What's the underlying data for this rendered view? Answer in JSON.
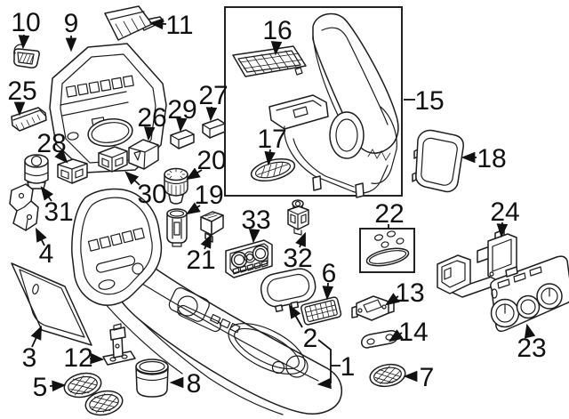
{
  "diagram": {
    "kind": "exploded-parts-diagram",
    "colors": {
      "background": "#ffffff",
      "line": "#1d1d1d",
      "label": "#111111"
    },
    "callouts": [
      {
        "label": "1"
      },
      {
        "label": "2"
      },
      {
        "label": "3"
      },
      {
        "label": "4"
      },
      {
        "label": "5"
      },
      {
        "label": "6"
      },
      {
        "label": "7"
      },
      {
        "label": "8"
      },
      {
        "label": "9"
      },
      {
        "label": "10"
      },
      {
        "label": "11"
      },
      {
        "label": "12"
      },
      {
        "label": "13"
      },
      {
        "label": "14"
      },
      {
        "label": "15"
      },
      {
        "label": "16"
      },
      {
        "label": "17"
      },
      {
        "label": "18"
      },
      {
        "label": "19"
      },
      {
        "label": "20"
      },
      {
        "label": "21"
      },
      {
        "label": "22"
      },
      {
        "label": "23"
      },
      {
        "label": "24"
      },
      {
        "label": "25"
      },
      {
        "label": "26"
      },
      {
        "label": "27"
      },
      {
        "label": "28"
      },
      {
        "label": "29"
      },
      {
        "label": "30"
      },
      {
        "label": "31"
      },
      {
        "label": "32"
      },
      {
        "label": "33"
      }
    ]
  }
}
